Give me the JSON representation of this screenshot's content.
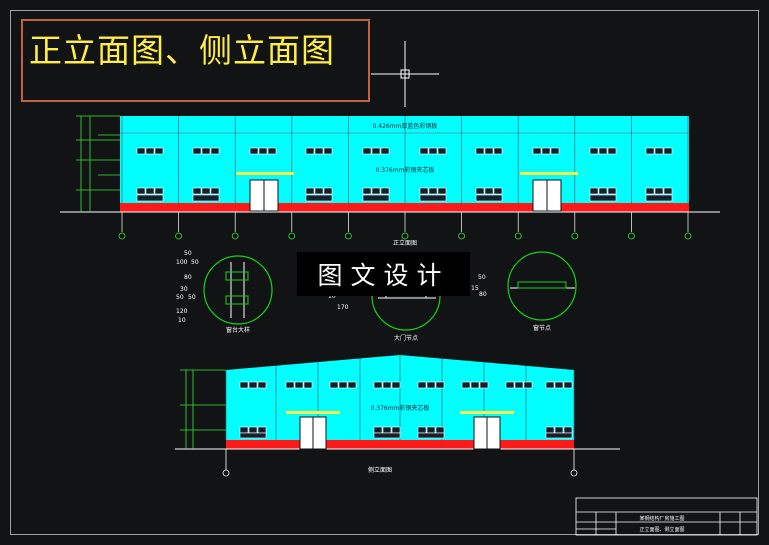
{
  "title": "正立面图、侧立面图",
  "overlay": "图文设计",
  "front_elevation": {
    "roof_note": "0.426mm厚蓝色彩钢板",
    "wall_note": "0.376mm彩钢夹芯板",
    "name": "正立面图",
    "axis_count": 11
  },
  "side_elevation": {
    "wall_note": "0.376mm彩钢夹芯板",
    "name": "侧立面图"
  },
  "details": {
    "dims_left": [
      "50",
      "100",
      "50",
      "80",
      "30",
      "50",
      "50",
      "120",
      "10"
    ],
    "dims_middle": [
      "10",
      "170"
    ],
    "dims_right": [
      "50",
      "15",
      "80"
    ],
    "labels": [
      "窗台大样",
      "大门节点",
      "窗节点"
    ]
  },
  "title_block": {
    "project": "某钢结构厂房施工图",
    "drawing": "正立面图、侧立面图"
  },
  "colors": {
    "background": "#111315",
    "wall": "#00ffff",
    "plinth": "#ff0000",
    "title_text": "#ffee44",
    "detail_circle": "#00cc00"
  }
}
